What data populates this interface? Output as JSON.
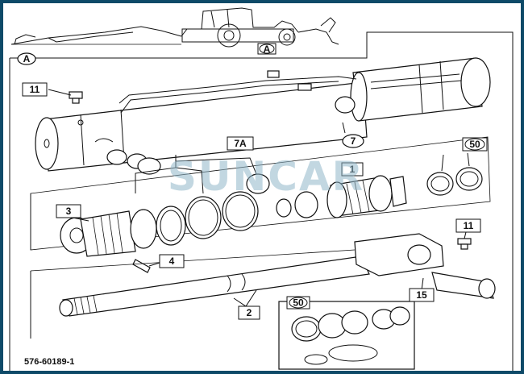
{
  "view_label": "A",
  "callouts": {
    "c11a": "11",
    "c7a": "7A",
    "c7": "7",
    "c50a": "50",
    "c1": "1",
    "c3": "3",
    "c11b": "11",
    "c4": "4",
    "c2": "2",
    "c15": "15",
    "c50b": "50"
  },
  "watermark": "SUNCAR",
  "part_code": "576-60189-1",
  "colors": {
    "frame": "#0e4a68",
    "watermark": "#8fb7c9",
    "ink": "#111111"
  }
}
